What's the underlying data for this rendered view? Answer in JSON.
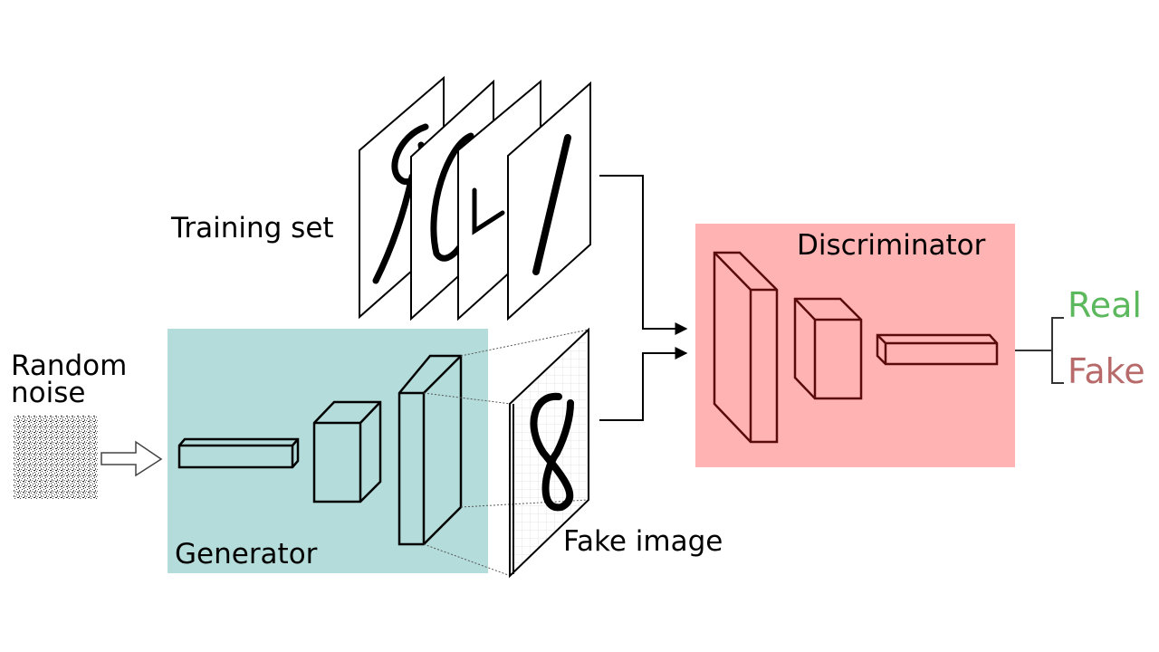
{
  "labels": {
    "training_set": "Training set",
    "random_noise_line1": "Random",
    "random_noise_line2": "noise",
    "generator": "Generator",
    "fake_image": "Fake image",
    "discriminator": "Discriminator",
    "real": "Real",
    "fake": "Fake"
  },
  "colors": {
    "generator_bg": "#b4dcda",
    "discriminator_bg": "#ffb3b3",
    "discriminator_stroke": "#5a0a0a",
    "real_text": "#5cb85c",
    "fake_text": "#b86a6a",
    "text": "#000000"
  },
  "training_digits": [
    "9",
    "0",
    "4",
    "1"
  ],
  "fake_digit": "8"
}
